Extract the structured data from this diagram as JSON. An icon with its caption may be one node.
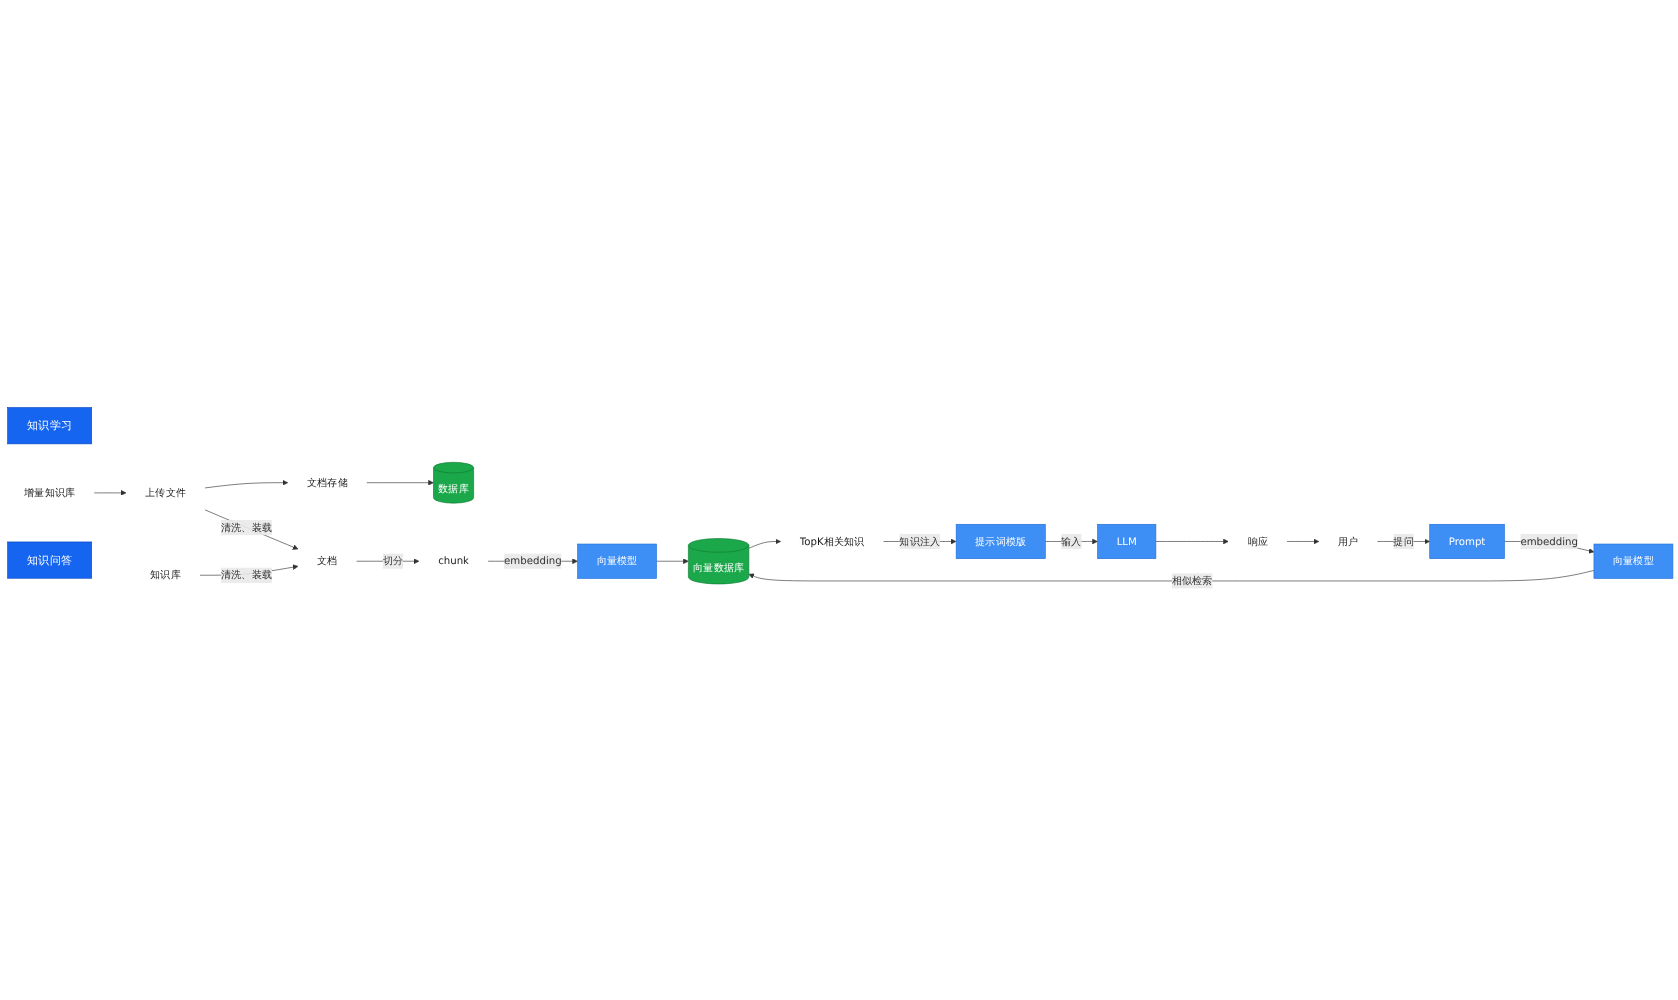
{
  "diagram": {
    "nodes": [
      {
        "text": [
          "知识学习"
        ]
      },
      {
        "text": [
          "增量知识库"
        ]
      },
      {
        "text": [
          "上传文件"
        ]
      },
      {
        "text": [
          "文档存储"
        ]
      },
      {
        "text": [
          "数据库"
        ]
      },
      {
        "text": [
          "知识库"
        ]
      },
      {
        "text": [
          "文档"
        ]
      },
      {
        "text": [
          "chunk"
        ]
      },
      {
        "text": [
          "向量模型"
        ]
      },
      {
        "text": [
          "知识问答"
        ]
      },
      {
        "text": [
          "用户"
        ]
      },
      {
        "text": [
          "Prompt"
        ]
      },
      {
        "text": [
          "向量模型"
        ]
      },
      {
        "text": [
          "向量数据库"
        ]
      },
      {
        "text": [
          "响应"
        ]
      },
      {
        "text": [
          "LLM"
        ]
      },
      {
        "text": [
          "提示词模版"
        ]
      },
      {
        "text": [
          "TopK相关知识"
        ]
      }
    ],
    "edges": [
      {
        "from": 1,
        "to": 2,
        "arrow": "to"
      },
      {
        "from": 2,
        "to": 3,
        "arrow": "to"
      },
      {
        "from": 3,
        "to": 4,
        "arrow": "to"
      },
      {
        "from": 2,
        "to": 6,
        "label": "清洗、装载",
        "arrow": "to"
      },
      {
        "from": 5,
        "to": 6,
        "label": "清洗、装载",
        "arrow": "to"
      },
      {
        "from": 6,
        "to": 7,
        "label": "切分",
        "arrow": "to"
      },
      {
        "from": 7,
        "to": 8,
        "label": "embedding",
        "arrow": "to"
      },
      {
        "from": 8,
        "to": 13,
        "arrow": "to"
      },
      {
        "from": 10,
        "to": 11,
        "label": "提问",
        "arrow": "to"
      },
      {
        "from": 11,
        "to": 12,
        "label": "embedding",
        "arrow": "to"
      },
      {
        "from": 12,
        "to": 13,
        "label": "相似检索",
        "arrow": "to"
      },
      {
        "from": 13,
        "to": 17,
        "arrow": "to"
      },
      {
        "from": 17,
        "to": 16,
        "label": "知识注入",
        "arrow": "to"
      },
      {
        "from": 16,
        "to": 15,
        "label": "输入",
        "arrow": "to"
      },
      {
        "from": 15,
        "to": 14,
        "arrow": "to"
      },
      {
        "from": 14,
        "to": 10,
        "arrow": "to"
      }
    ]
  }
}
